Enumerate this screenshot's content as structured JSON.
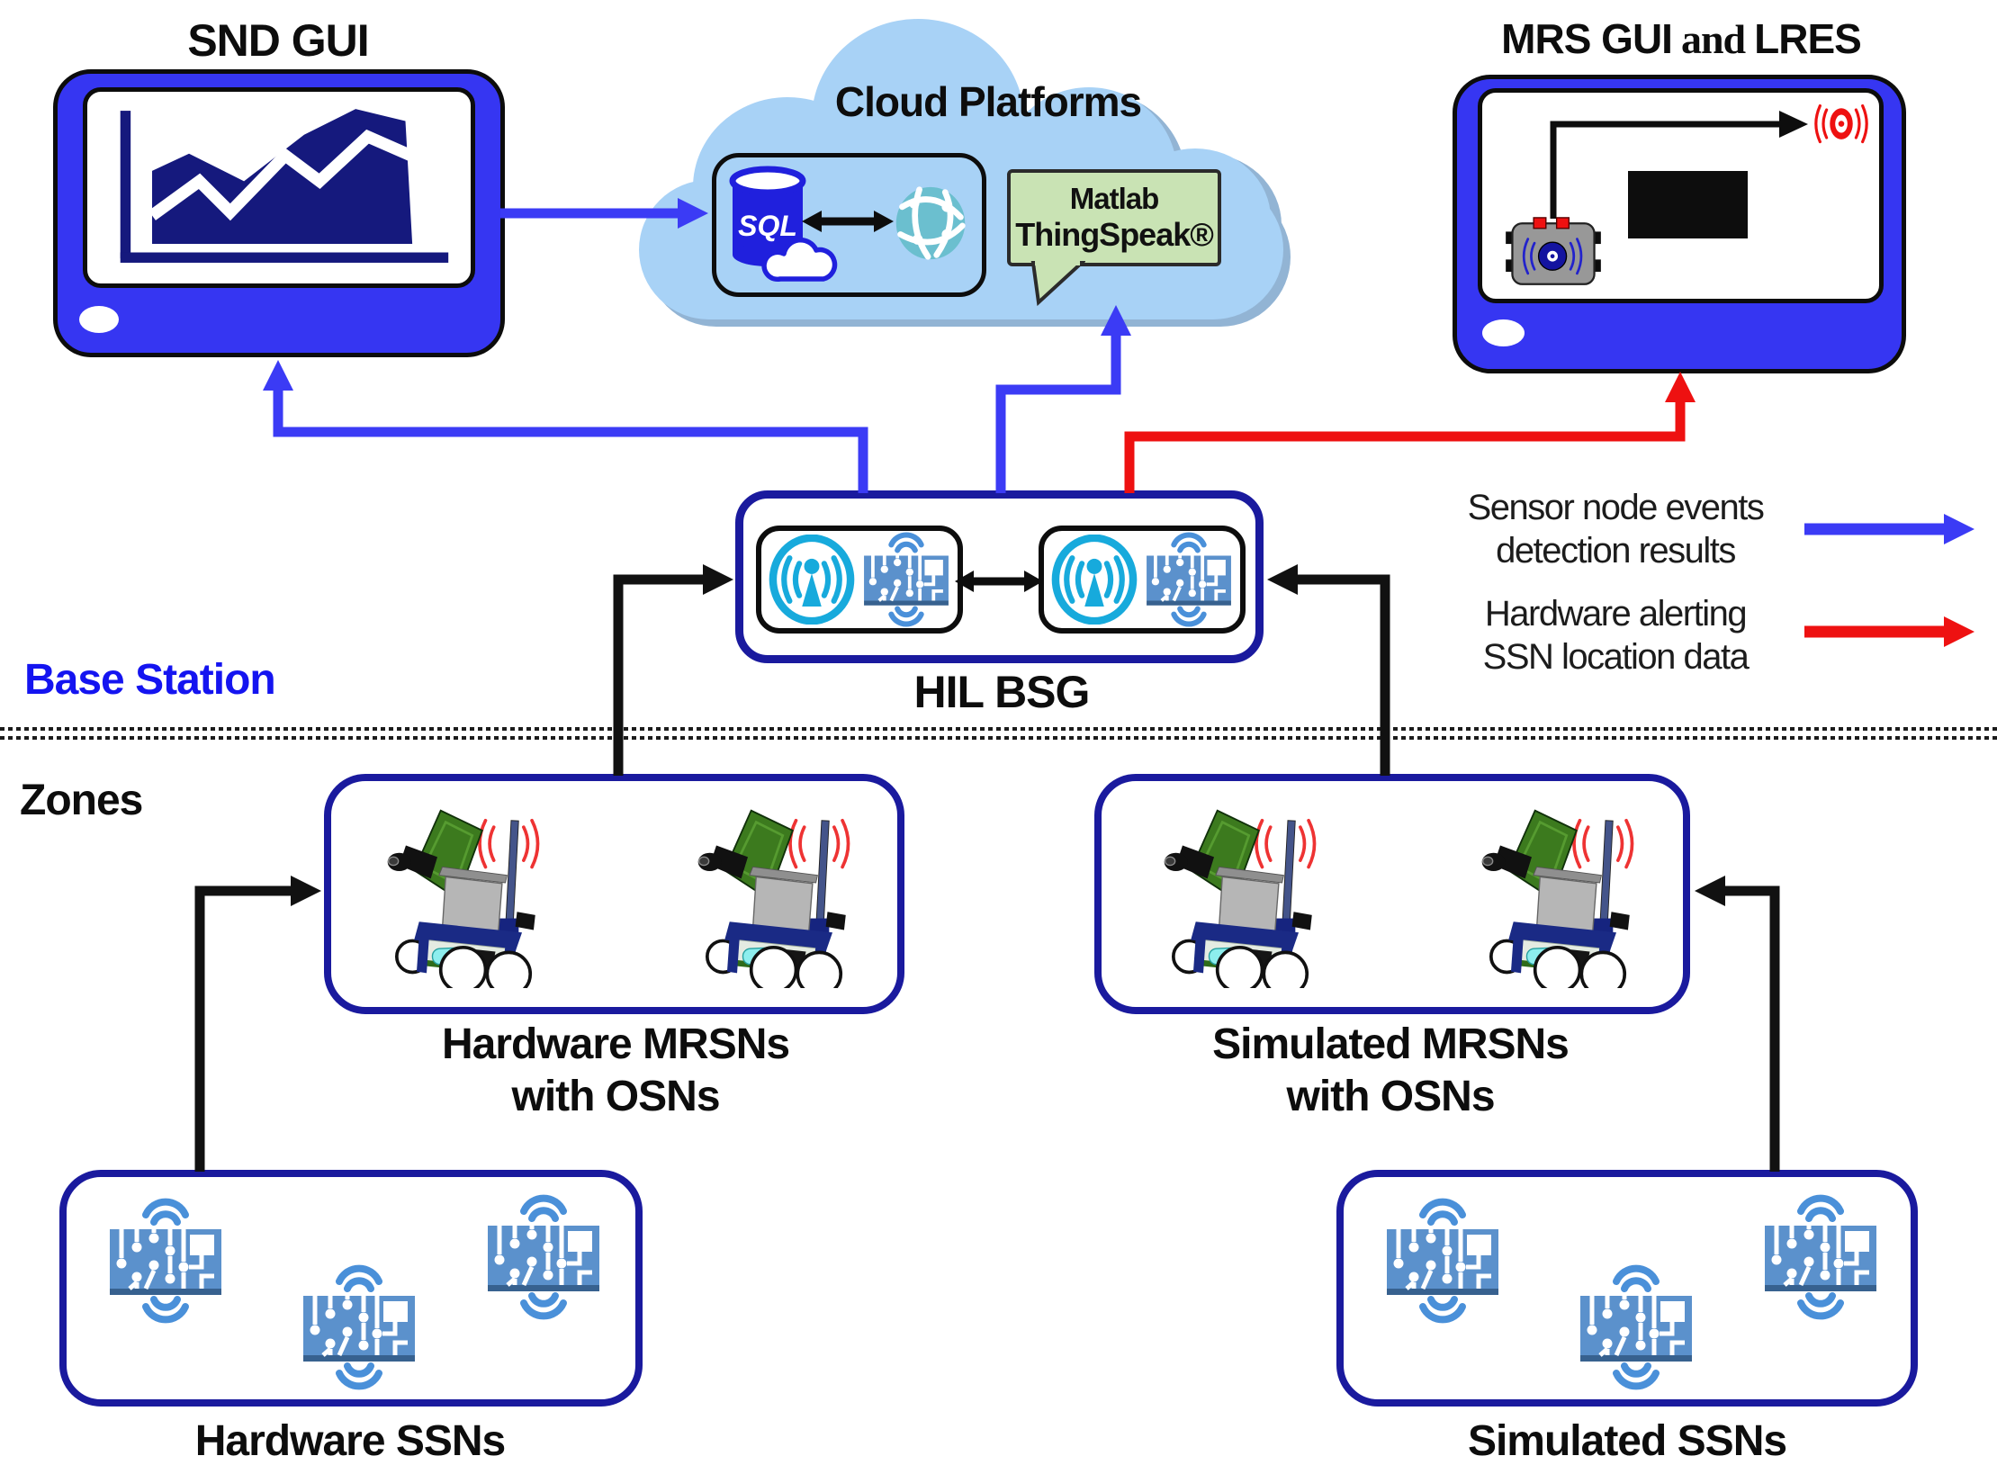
{
  "titles": {
    "snd_gui": "SND GUI",
    "cloud": "Cloud Platforms",
    "mrs_prefix": "MRS GUI",
    "mrs_and": "and",
    "mrs_suffix": "LRES",
    "hil_bsg": "HIL BSG"
  },
  "cloud": {
    "sql_label": "SQL",
    "bubble_line1": "Matlab",
    "bubble_line2": "ThingSpeak®"
  },
  "legend": {
    "sensor_line1": "Sensor node events",
    "sensor_line2": "detection results",
    "hardware_line1": "Hardware alerting",
    "hardware_line2": "SSN location data"
  },
  "sections": {
    "base_station": "Base Station",
    "zones": "Zones"
  },
  "zones": {
    "hardware_mrsns_line1": "Hardware MRSNs",
    "mrsns_line2": "with OSNs",
    "simulated_mrsns_line1": "Simulated MRSNs",
    "hardware_ssns": "Hardware SSNs",
    "simulated_ssns": "Simulated SSNs"
  },
  "colors": {
    "monitor_blue": "#3636f2",
    "navy_border": "#1a1a9e",
    "cloud_blue": "#a8d2f6",
    "bubble_green": "#c9e3b4",
    "sql_blue": "#2020dd",
    "globe_teal": "#6bbfcf",
    "circuit_blue": "#5b91cc",
    "antenna_cyan": "#17aadc",
    "chart_navy": "#15197d",
    "arrow_blue": "#3b3bf5",
    "arrow_red": "#ee1111",
    "arrow_black": "#111111",
    "base_station_text": "#1414f0"
  }
}
